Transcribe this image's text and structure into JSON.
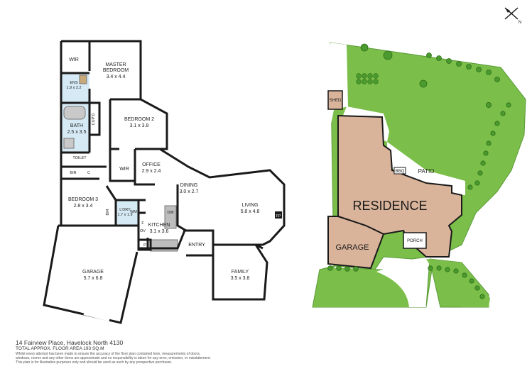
{
  "floor_plan": {
    "rooms": [
      {
        "id": "wir-master",
        "name": "WIR",
        "dims": ""
      },
      {
        "id": "master-bedroom",
        "name": "MASTER BEDROOM",
        "name_line1": "MASTER",
        "name_line2": "BEDROOM",
        "dims": "3.4 x 4.4"
      },
      {
        "id": "ens",
        "name": "ENS",
        "dims": "1.9 x 2.2"
      },
      {
        "id": "bath",
        "name": "BATH",
        "dims": "2.5 x 3.5"
      },
      {
        "id": "cupd",
        "name": "CUP'D",
        "dims": ""
      },
      {
        "id": "toilet",
        "name": "TOILET",
        "dims": ""
      },
      {
        "id": "bir",
        "name": "BIR",
        "dims": ""
      },
      {
        "id": "c",
        "name": "C",
        "dims": ""
      },
      {
        "id": "bedroom-2",
        "name": "BEDROOM 2",
        "dims": "3.1 x 3.8"
      },
      {
        "id": "wir-2",
        "name": "WIR",
        "dims": ""
      },
      {
        "id": "office",
        "name": "OFFICE",
        "dims": "2.9 x 2.4"
      },
      {
        "id": "dining",
        "name": "DINING",
        "dims": "3.0 x 2.7"
      },
      {
        "id": "living",
        "name": "LIVING",
        "dims": "5.8 x 4.8"
      },
      {
        "id": "fp",
        "name": "FP",
        "dims": ""
      },
      {
        "id": "bedroom-3",
        "name": "BEDROOM 3",
        "dims": "2.8 x 3.4"
      },
      {
        "id": "bir-2",
        "name": "BIR",
        "dims": ""
      },
      {
        "id": "ldry",
        "name": "L'DRY",
        "dims": "1.7 x 1.9"
      },
      {
        "id": "wm",
        "name": "WM",
        "dims": ""
      },
      {
        "id": "kitchen",
        "name": "KITCHEN",
        "dims": "3.1 x 3.6"
      },
      {
        "id": "dw",
        "name": "DW",
        "dims": ""
      },
      {
        "id": "f",
        "name": "F",
        "dims": ""
      },
      {
        "id": "ov",
        "name": "OV",
        "dims": ""
      },
      {
        "id": "p",
        "name": "P",
        "dims": ""
      },
      {
        "id": "entry",
        "name": "ENTRY",
        "dims": ""
      },
      {
        "id": "family",
        "name": "FAMILY",
        "dims": "3.5 x 3.8"
      },
      {
        "id": "garage",
        "name": "GARAGE",
        "dims": "5.7 x 6.8"
      }
    ]
  },
  "site_plan": {
    "residence_label": "RESIDENCE",
    "garage_label": "GARAGE",
    "patio_label": "PATIO",
    "porch_label": "PORCH",
    "shed_label": "SHED",
    "bbq_label": "BBQ",
    "compass_label": "N"
  },
  "footer": {
    "address": "14 Fairview Place, Havelock North 4130",
    "area": "TOTAL APPROX. FLOOR AREA 193 SQ.M",
    "disclaimer_line1": "Whilst every attempt has been made to ensure the accuracy of the floor plan contained here, measurements of doors,",
    "disclaimer_line2": "windows, rooms and any other items are approximate and no responsibility is taken for any error, omission, or misstatement.",
    "disclaimer_line3": "This plan is for illustrative purposes only and should be used as such by any prospective purchaser."
  },
  "colors": {
    "wall": "#1a1a1a",
    "lawn": "#7bbf4a",
    "residence_fill": "#d9b49b",
    "wet_area": "#d6eaf5",
    "tree": "#4a9a2e",
    "pavement": "#ffffff"
  }
}
